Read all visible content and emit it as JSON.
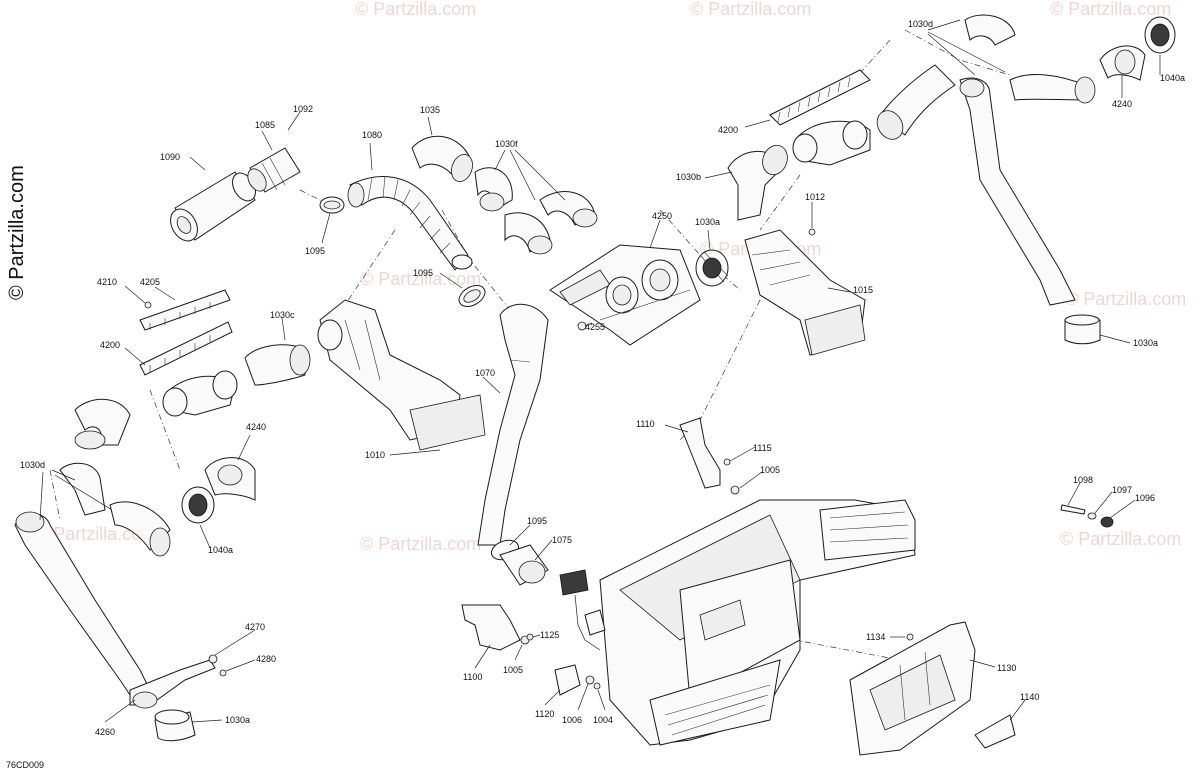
{
  "diagram_code": "76CD009",
  "watermark_main": "© Partzilla.com",
  "watermark_repeat": "© Partzilla.com",
  "callouts": {
    "c1090": "1090",
    "c1085": "1085",
    "c1092": "1092",
    "c1095a": "1095",
    "c1080": "1080",
    "c1035": "1035",
    "c1030f": "1030f",
    "c1095b": "1095",
    "c1030d_top": "1030d",
    "c1040a_top": "1040a",
    "c4240_top": "4240",
    "c4200_top": "4200",
    "c1030b": "1030b",
    "c1012": "1012",
    "c4250": "4250",
    "c1030a_mid": "1030a",
    "c1015": "1015",
    "c4255": "4255",
    "c1030a_right": "1030a",
    "c4210": "4210",
    "c4205": "4205",
    "c4200_left": "4200",
    "c1030c": "1030c",
    "c1070": "1070",
    "c1010": "1010",
    "c4240_left": "4240",
    "c1030d_left": "1030d",
    "c1040a_left": "1040a",
    "c1110": "1110",
    "c1115": "1115",
    "c1005_right": "1005",
    "c1095c": "1095",
    "c1075": "1075",
    "c1098": "1098",
    "c1097": "1097",
    "c1096": "1096",
    "c1125": "1125",
    "c1100": "1100",
    "c1005_bottom": "1005",
    "c1134": "1134",
    "c1130": "1130",
    "c4270": "4270",
    "c4280": "4280",
    "c4260": "4260",
    "c1030a_bottom": "1030a",
    "c1120": "1120",
    "c1006": "1006",
    "c1004": "1004",
    "c1140": "1140"
  }
}
